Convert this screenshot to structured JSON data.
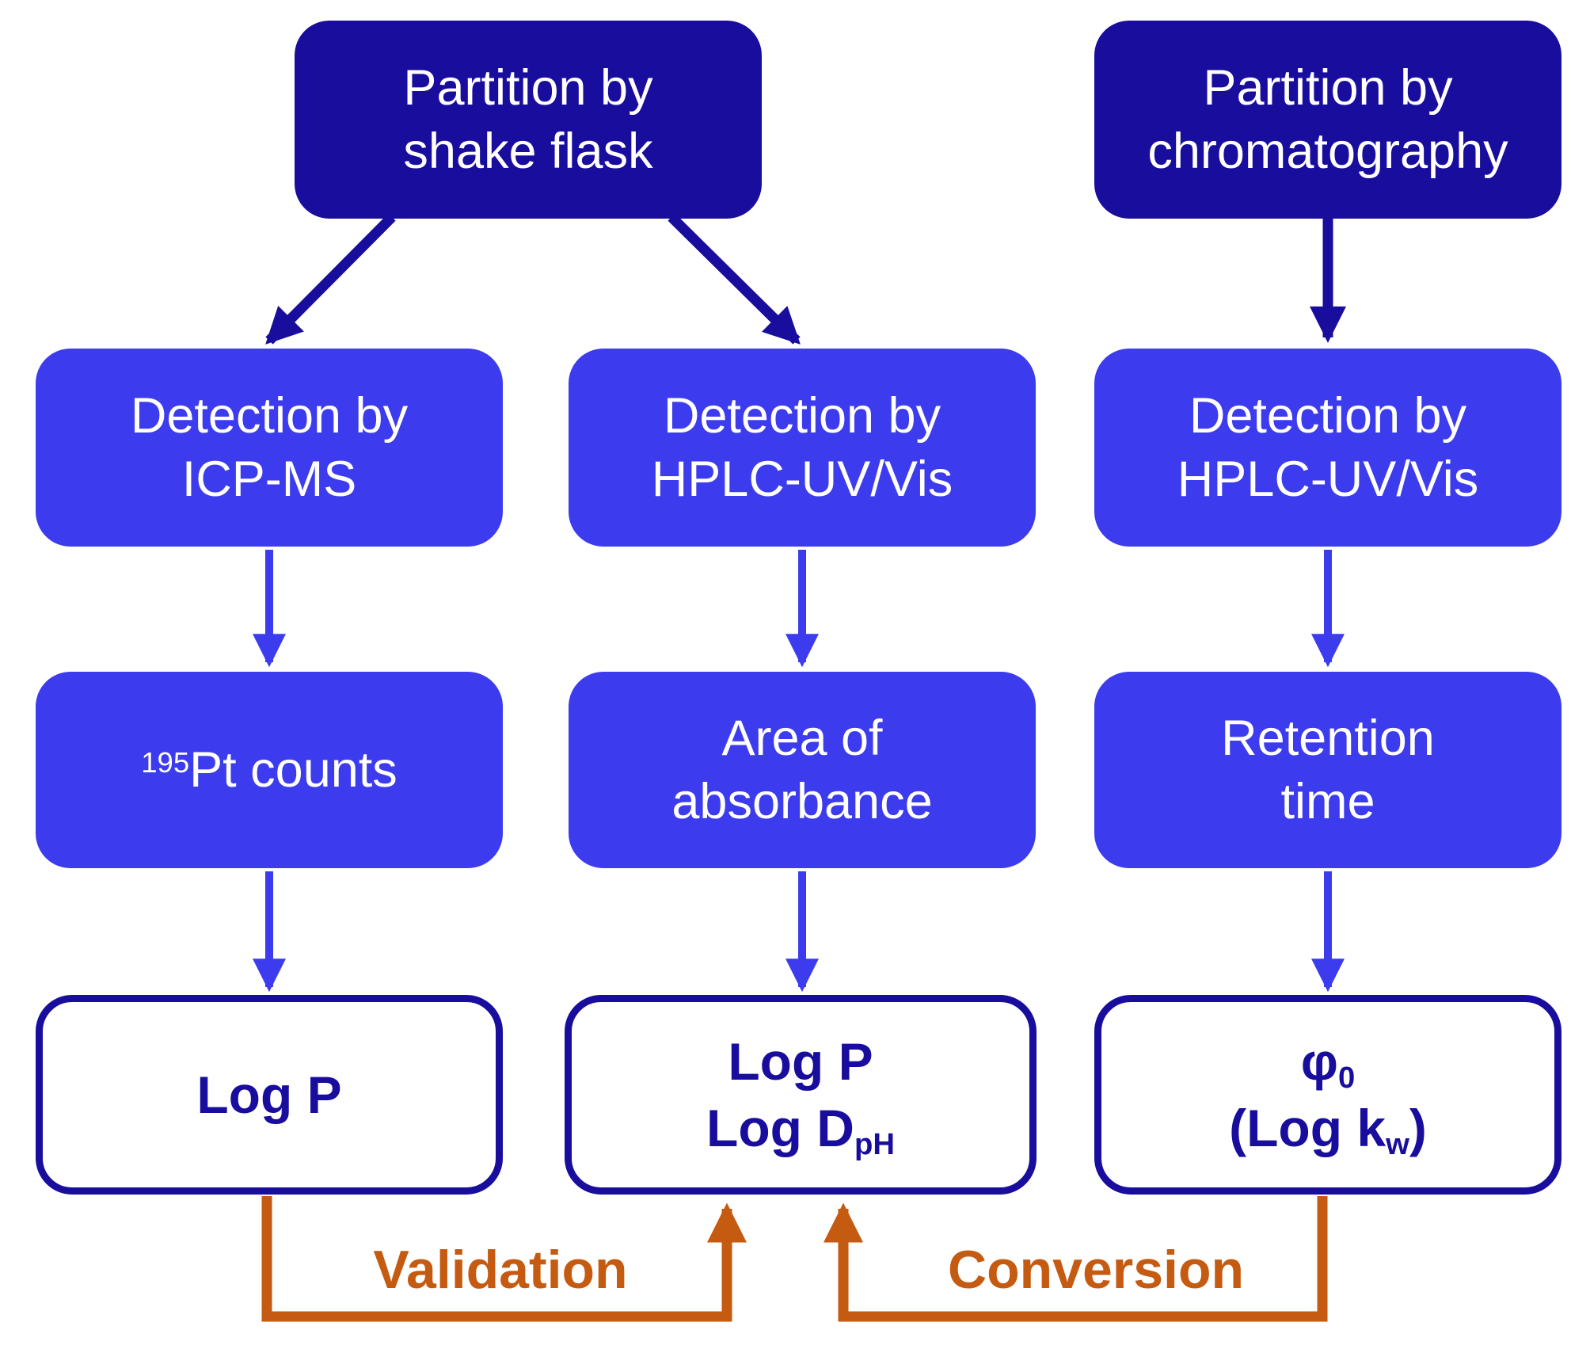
{
  "colors": {
    "navy": "#190D9D",
    "blue": "#3C3CEE",
    "orange": "#C55A11",
    "box_text_light": "#FFFFFF",
    "background": "#FFFFFF"
  },
  "boxes": {
    "partition_shake_flask": {
      "line1": "Partition by",
      "line2": "shake flask"
    },
    "partition_chromatography": {
      "line1": "Partition by",
      "line2": "chromatography"
    },
    "detection_icp_ms": {
      "line1": "Detection by",
      "line2": "ICP-MS"
    },
    "detection_hplc_shake": {
      "line1": "Detection by",
      "line2": "HPLC-UV/Vis"
    },
    "detection_hplc_chrom": {
      "line1": "Detection by",
      "line2": "HPLC-UV/Vis"
    },
    "pt_counts": {
      "isotope_superscript": "195",
      "label": "Pt counts"
    },
    "area_of_absorbance": {
      "line1": "Area of",
      "line2": "absorbance"
    },
    "retention_time": {
      "line1": "Retention",
      "line2": "time"
    },
    "log_p": {
      "line1": "Log P"
    },
    "log_p_log_d": {
      "line1": "Log P",
      "line2_main": "Log D",
      "line2_subscript": "pH"
    },
    "phi_zero": {
      "line1_main": "φ",
      "line1_subscript": "0",
      "line2_open": "(Log k",
      "line2_subscript": "w",
      "line2_close": ")"
    }
  },
  "annotations": {
    "validation": "Validation",
    "conversion": "Conversion"
  }
}
